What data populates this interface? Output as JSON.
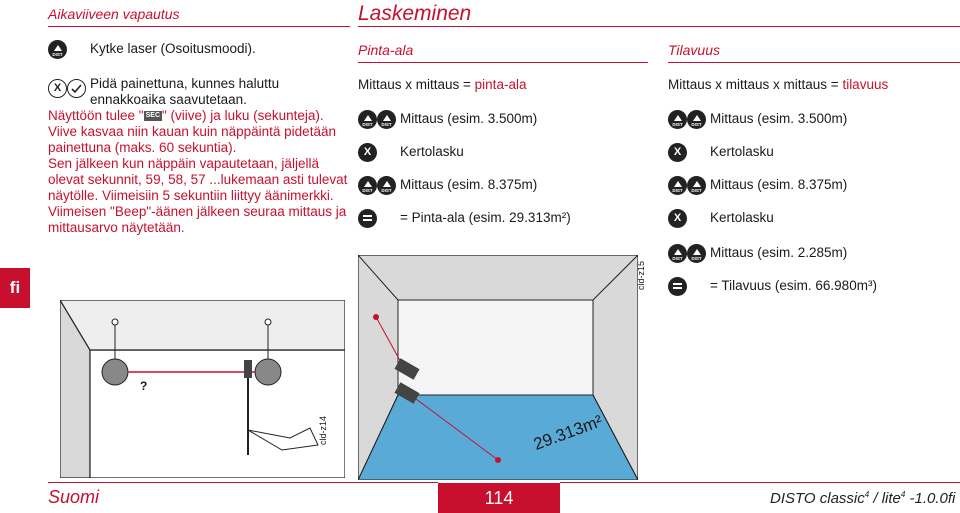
{
  "header": {
    "left_title": "Aikaviiveen vapautus",
    "main_title": "Laskeminen"
  },
  "left": {
    "step1": "Kytke laser (Osoitusmoodi).",
    "step2_line1": "Pidä painettuna, kunnes haluttu",
    "step2_line2": "ennakkoaika saavutetaan.",
    "para_line1_a": "Näyttöön tulee \"",
    "sec_label": "SEC",
    "para_line1_b": "\" (viive) ja luku (sekunteja).",
    "para_line2": "Viive kasvaa niin kauan kuin näppäintä pidetään",
    "para_line3": "painettuna (maks. 60 sekuntia).",
    "para_line4": "Sen jälkeen kun näppäin vapautetaan, jäljellä",
    "para_line5": "olevat sekunnit, 59, 58, 57 ...lukemaan asti tulevat",
    "para_line6": "näytölle. Viimeisiin 5 sekuntiin liittyy äänimerkki.",
    "para_line7": "Viimeisen \"Beep\"-äänen jälkeen seuraa mittaus ja",
    "para_line8": "mittausarvo näytetään.",
    "figure_code": "cld-z14",
    "figure_question": "?"
  },
  "area": {
    "subtitle": "Pinta-ala",
    "formula_a": "Mittaus x mittaus = ",
    "formula_b": "pinta-ala",
    "row1": "Mittaus (esim. 3.500m)",
    "row2": "Kertolasku",
    "row3": "Mittaus (esim. 8.375m)",
    "row4": "= Pinta-ala (esim. 29.313m²)",
    "figure_code": "cld-z15",
    "figure_label": "29.313m²"
  },
  "volume": {
    "subtitle": "Tilavuus",
    "formula_a": "Mittaus x mittaus x mittaus = ",
    "formula_b": "tilavuus",
    "row1": "Mittaus (esim. 3.500m)",
    "row2": "Kertolasku",
    "row3": "Mittaus (esim. 8.375m)",
    "row4": "Kertolasku",
    "row5": "Mittaus (esim. 2.285m)",
    "row6": "= Tilavuus (esim. 66.980m³)"
  },
  "side_tab": "fi",
  "key_labels": {
    "dist": "DIST",
    "times": "X"
  },
  "footer": {
    "language": "Suomi",
    "page": "114",
    "product_a": "DISTO classic",
    "product_sup1": "4",
    "product_b": " / lite",
    "product_sup2": "4",
    "product_c": " -1.0.0fi"
  },
  "colors": {
    "accent": "#c8102e",
    "floor": "#5aaad8",
    "wall": "#d9d9d9"
  }
}
